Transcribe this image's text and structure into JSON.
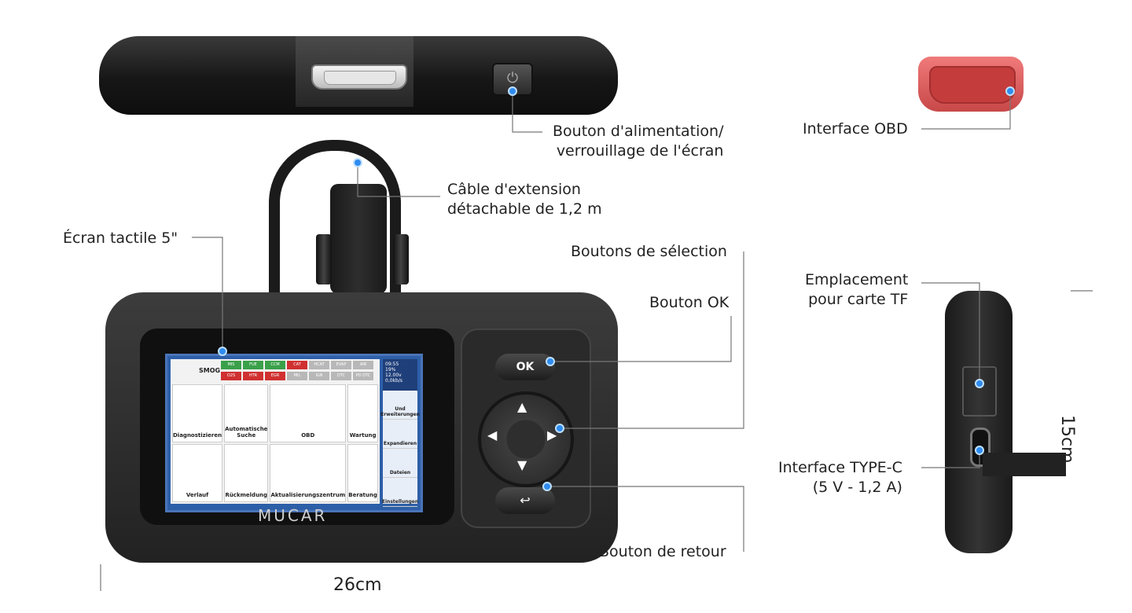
{
  "labels": {
    "power_button": [
      "Bouton d'alimentation/",
      "verrouillage de l'écran"
    ],
    "obd_interface": "Interface OBD",
    "extension_cable": [
      "Câble d'extension",
      "détachable de 1,2 m"
    ],
    "touchscreen": "Écran tactile 5\"",
    "selection_buttons": "Boutons de sélection",
    "ok_button": "Bouton OK",
    "back_button": "Bouton de retour",
    "tf_slot": [
      "Emplacement",
      "pour carte TF"
    ],
    "typec": [
      "Interface TYPE-C",
      "(5 V - 1,2 A)"
    ]
  },
  "dimensions": {
    "width": "26cm",
    "height": "15cm"
  },
  "device": {
    "brand": "MUCAR",
    "ok_key": "OK",
    "back_key": "↩",
    "smog_label": "SMOG",
    "status_chips_row1": [
      "MIS",
      "FUE",
      "CCM",
      "CAT",
      "HCAT",
      "EVAP",
      "AIR"
    ],
    "status_chips_row2": [
      "O2S",
      "HTR",
      "EGR",
      "MIL",
      "IGN",
      "DTC",
      "PD DTC"
    ],
    "tiles": [
      "Diagnostizieren",
      "Automatische Suche",
      "OBD",
      "Wartung",
      "Verlauf",
      "Rückmeldung",
      "Aktualisierungszentrum",
      "Beratung"
    ],
    "side_panel": [
      "Und Erweiterungen",
      "Expandieren",
      "Dateien",
      "Einstellungen"
    ],
    "status": {
      "time": "09:55",
      "battery": "19%",
      "voltage": "12.00v",
      "speed": "0,0kb/s"
    }
  },
  "colors": {
    "accent_dot": "#2f8cf0",
    "lcd_frame": "#2d5fa8",
    "obd_red": "#d85555"
  }
}
